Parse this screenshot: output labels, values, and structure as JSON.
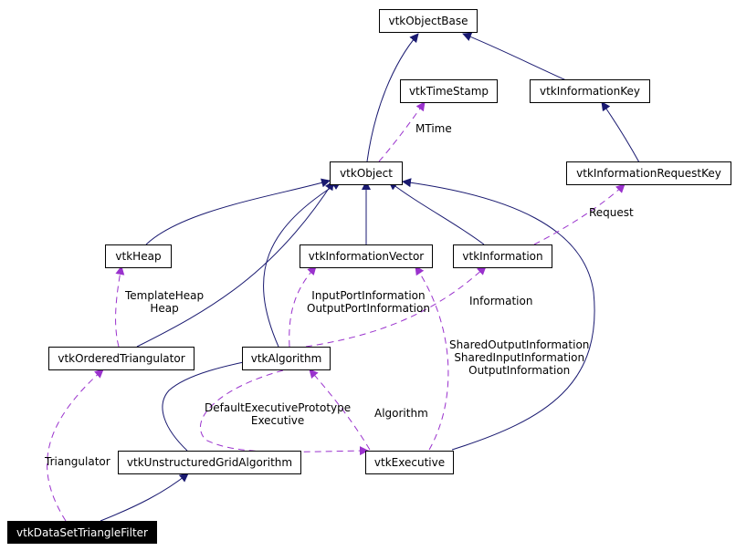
{
  "nodes": {
    "vtkObjectBase": "vtkObjectBase",
    "vtkTimeStamp": "vtkTimeStamp",
    "vtkInformationKey": "vtkInformationKey",
    "vtkObject": "vtkObject",
    "vtkInformationRequestKey": "vtkInformationRequestKey",
    "vtkHeap": "vtkHeap",
    "vtkInformationVector": "vtkInformationVector",
    "vtkInformation": "vtkInformation",
    "vtkOrderedTriangulator": "vtkOrderedTriangulator",
    "vtkAlgorithm": "vtkAlgorithm",
    "vtkUnstructuredGridAlgorithm": "vtkUnstructuredGridAlgorithm",
    "vtkExecutive": "vtkExecutive",
    "vtkDataSetTriangleFilter": "vtkDataSetTriangleFilter"
  },
  "edge_labels": {
    "mtime": "MTime",
    "request": "Request",
    "template_heap": [
      "TemplateHeap",
      "Heap"
    ],
    "port_information": [
      "InputPortInformation",
      "OutputPortInformation"
    ],
    "information": "Information",
    "shared_information": [
      "SharedOutputInformation",
      "SharedInputInformation",
      "OutputInformation"
    ],
    "executive_prototype": [
      "DefaultExecutivePrototype",
      "Executive"
    ],
    "algorithm": "Algorithm",
    "triangulator": "Triangulator"
  },
  "colors": {
    "inheritance": "#191970",
    "usage": "#9a32cd",
    "root_fill": "#000000",
    "root_text": "#ffffff"
  }
}
